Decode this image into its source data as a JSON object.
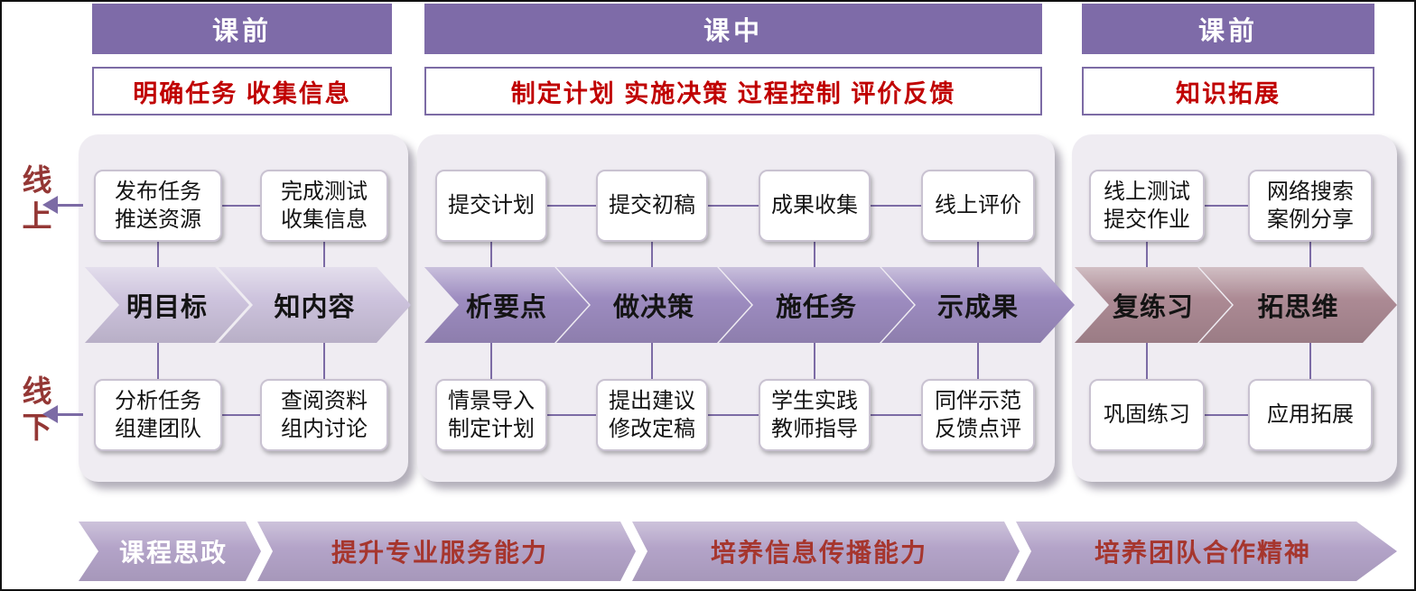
{
  "colors": {
    "header-purple": "#7E6BA8",
    "panel-bg": "#EFECF2",
    "line-purple": "#7C6BA5",
    "red-text": "#C00000",
    "maroon-text": "#943735",
    "chevron-light": "#CDC3DD",
    "chevron-mid": "#9D8CC0",
    "chevron-rose": "#AC8A94",
    "banner-fill": "#B3A3C8",
    "banner-red": "#A6362E",
    "box-border": "#C9C2D1"
  },
  "phases": [
    {
      "header": "课前",
      "subtitle": "明确任务 收集信息"
    },
    {
      "header": "课中",
      "subtitle": "制定计划 实施决策 过程控制 评价反馈"
    },
    {
      "header": "课前",
      "subtitle": "知识拓展"
    }
  ],
  "side_labels": {
    "online": "线上",
    "offline": "线下"
  },
  "steps": [
    {
      "chevron": "明目标",
      "top": [
        "发布任务",
        "推送资源"
      ],
      "bottom": [
        "分析任务",
        "组建团队"
      ]
    },
    {
      "chevron": "知内容",
      "top": [
        "完成测试",
        "收集信息"
      ],
      "bottom": [
        "查阅资料",
        "组内讨论"
      ]
    },
    {
      "chevron": "析要点",
      "top": [
        "提交计划"
      ],
      "bottom": [
        "情景导入",
        "制定计划"
      ]
    },
    {
      "chevron": "做决策",
      "top": [
        "提交初稿"
      ],
      "bottom": [
        "提出建议",
        "修改定稿"
      ]
    },
    {
      "chevron": "施任务",
      "top": [
        "成果收集"
      ],
      "bottom": [
        "学生实践",
        "教师指导"
      ]
    },
    {
      "chevron": "示成果",
      "top": [
        "线上评价"
      ],
      "bottom": [
        "同伴示范",
        "反馈点评"
      ]
    },
    {
      "chevron": "复练习",
      "top": [
        "线上测试",
        "提交作业"
      ],
      "bottom": [
        "巩固练习"
      ]
    },
    {
      "chevron": "拓思维",
      "top": [
        "网络搜索",
        "案例分享"
      ],
      "bottom": [
        "应用拓展"
      ]
    }
  ],
  "banner": {
    "items": [
      {
        "label": "课程思政"
      },
      {
        "label": "提升专业服务能力"
      },
      {
        "label": "培养信息传播能力"
      },
      {
        "label": "培养团队合作精神"
      }
    ]
  }
}
